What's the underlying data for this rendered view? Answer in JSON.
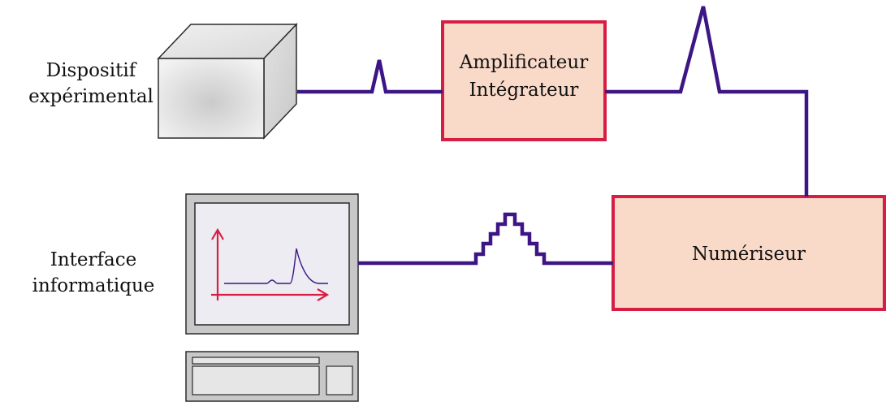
{
  "labels": {
    "device_line1": "Dispositif",
    "device_line2": "expérimental",
    "interface_line1": "Interface",
    "interface_line2": "informatique"
  },
  "boxes": {
    "amplifier_line1": "Amplificateur",
    "amplifier_line2": "Intégrateur",
    "digitizer": "Numériseur"
  },
  "colors": {
    "signal_line": "#3d1585",
    "box_border": "#d61e45",
    "box_fill": "#f9d9c8",
    "monitor_plot": "#d81e45"
  }
}
